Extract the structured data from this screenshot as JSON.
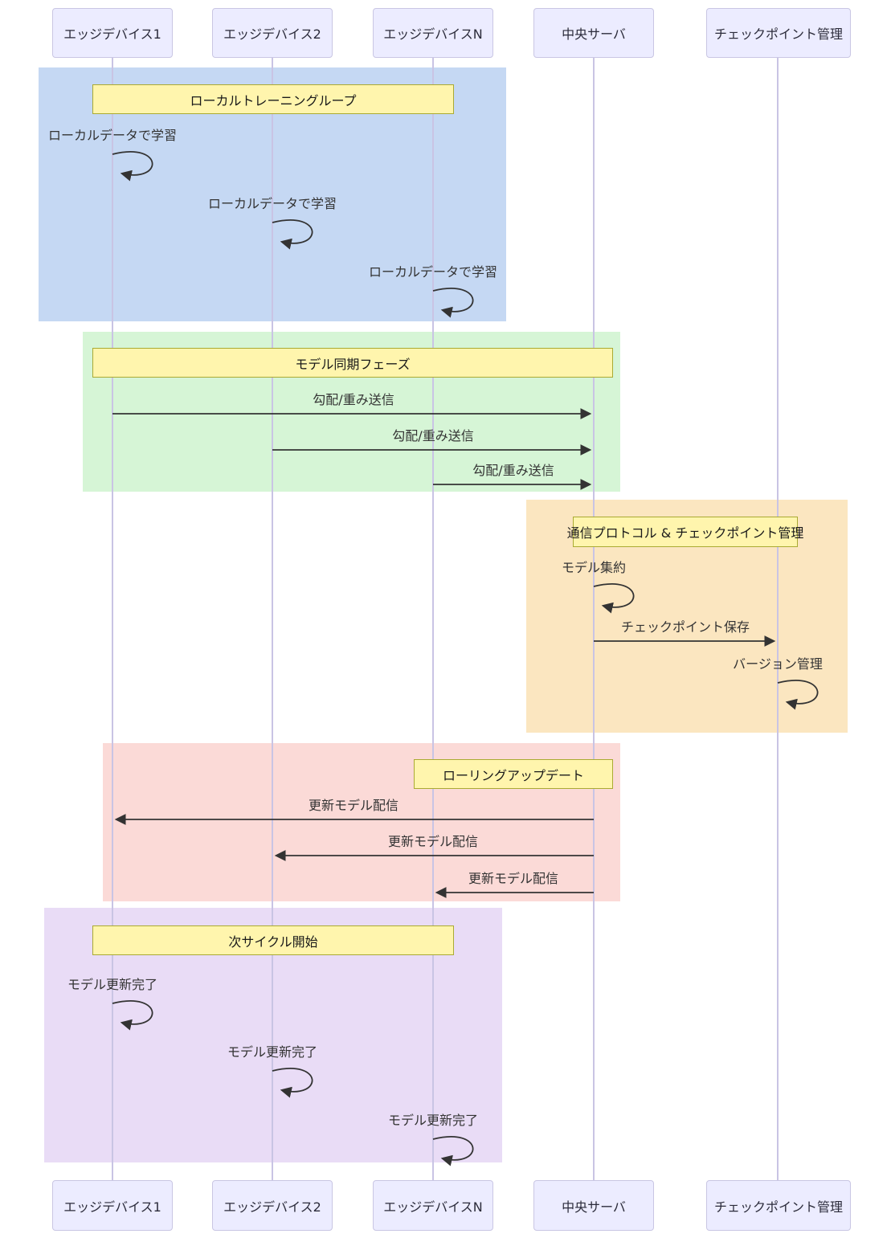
{
  "diagram_type": "sequence",
  "participants": [
    {
      "id": "edge1",
      "label": "エッジデバイス1"
    },
    {
      "id": "edge2",
      "label": "エッジデバイス2"
    },
    {
      "id": "edgeN",
      "label": "エッジデバイスN"
    },
    {
      "id": "server",
      "label": "中央サーバ"
    },
    {
      "id": "checkpoint",
      "label": "チェックポイント管理"
    }
  ],
  "blocks": [
    {
      "label": "ローカルトレーニングループ",
      "bg": "#c5d8f3",
      "messages": [
        {
          "from": "エッジデバイス1",
          "to": "エッジデバイス1",
          "type": "self",
          "text": "ローカルデータで学習"
        },
        {
          "from": "エッジデバイス2",
          "to": "エッジデバイス2",
          "type": "self",
          "text": "ローカルデータで学習"
        },
        {
          "from": "エッジデバイスN",
          "to": "エッジデバイスN",
          "type": "self",
          "text": "ローカルデータで学習"
        }
      ]
    },
    {
      "label": "モデル同期フェーズ",
      "bg": "#d6f5d6",
      "messages": [
        {
          "from": "エッジデバイス1",
          "to": "中央サーバ",
          "type": "arrow",
          "text": "勾配/重み送信"
        },
        {
          "from": "エッジデバイス2",
          "to": "中央サーバ",
          "type": "arrow",
          "text": "勾配/重み送信"
        },
        {
          "from": "エッジデバイスN",
          "to": "中央サーバ",
          "type": "arrow",
          "text": "勾配/重み送信"
        }
      ]
    },
    {
      "label": "通信プロトコル & チェックポイント管理",
      "bg": "#fbe6c0",
      "messages": [
        {
          "from": "中央サーバ",
          "to": "中央サーバ",
          "type": "self",
          "text": "モデル集約"
        },
        {
          "from": "中央サーバ",
          "to": "チェックポイント管理",
          "type": "arrow",
          "text": "チェックポイント保存"
        },
        {
          "from": "チェックポイント管理",
          "to": "チェックポイント管理",
          "type": "self",
          "text": "バージョン管理"
        }
      ]
    },
    {
      "label": "ローリングアップデート",
      "bg": "#fbdad7",
      "messages": [
        {
          "from": "中央サーバ",
          "to": "エッジデバイス1",
          "type": "arrow",
          "text": "更新モデル配信"
        },
        {
          "from": "中央サーバ",
          "to": "エッジデバイス2",
          "type": "arrow",
          "text": "更新モデル配信"
        },
        {
          "from": "中央サーバ",
          "to": "エッジデバイスN",
          "type": "arrow",
          "text": "更新モデル配信"
        }
      ]
    },
    {
      "label": "次サイクル開始",
      "bg": "#e9dcf6",
      "messages": [
        {
          "from": "エッジデバイス1",
          "to": "エッジデバイス1",
          "type": "self",
          "text": "モデル更新完了"
        },
        {
          "from": "エッジデバイス2",
          "to": "エッジデバイス2",
          "type": "self",
          "text": "モデル更新完了"
        },
        {
          "from": "エッジデバイスN",
          "to": "エッジデバイスN",
          "type": "self",
          "text": "モデル更新完了"
        }
      ]
    }
  ],
  "colors": {
    "actor_fill": "#ECECFF",
    "actor_border": "#c9c6e3",
    "label_fill": "#FFF5AD",
    "label_border": "#AAAA33",
    "lifeline": "#c9c4e4",
    "arrow": "#333333",
    "block_local_training": "#c5d8f3",
    "block_model_sync": "#d6f5d6",
    "block_checkpoint": "#fbe6c0",
    "block_rolling_update": "#fbdad7",
    "block_next_cycle": "#e9dcf6"
  }
}
